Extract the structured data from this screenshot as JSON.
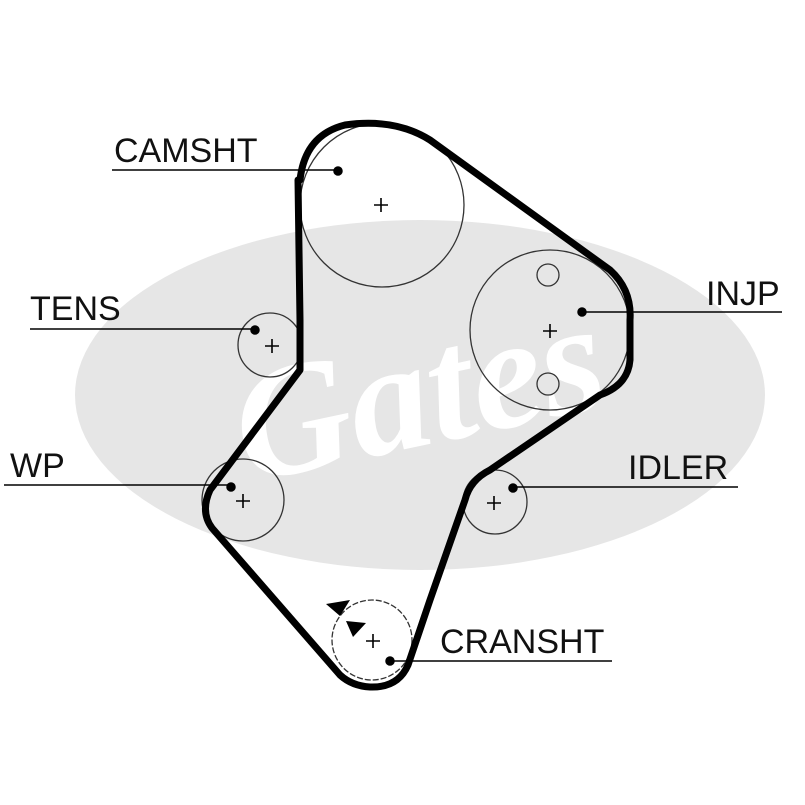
{
  "watermark": "Gates",
  "labels": {
    "camshaft": "CAMSHT",
    "tensioner": "TENS",
    "injection_pump": "INJP",
    "water_pump": "WP",
    "idler": "IDLER",
    "crankshaft": "CRANSHT"
  }
}
